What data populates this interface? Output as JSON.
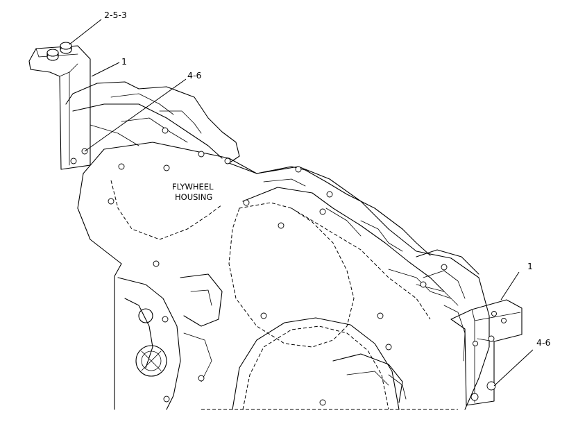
{
  "callouts": {
    "top_fastener": "2-5-3",
    "left_bracket": "1",
    "left_bolt": "4-6",
    "right_bracket": "1",
    "right_bolt": "4-6"
  },
  "housing_label": {
    "line1": "FLYWHEEL",
    "line2": "HOUSING"
  }
}
